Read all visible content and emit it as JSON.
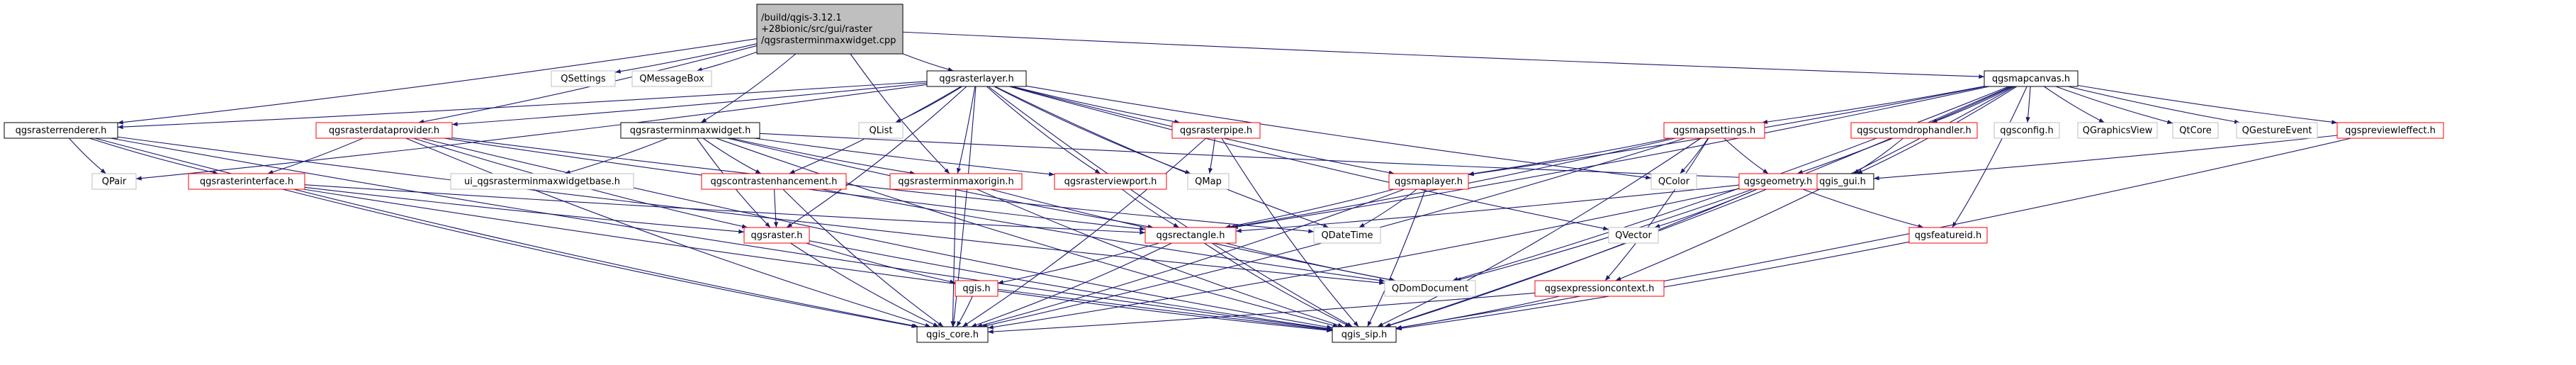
{
  "diagram": {
    "colors": {
      "edge": "#191970",
      "root_fill": "#bfbfbf",
      "box_fill": "#ffffff",
      "box_stroke_plain": "#000000",
      "box_stroke_linked": "#ff0000",
      "box_stroke_external": "#bfbfbf",
      "text": "#000000"
    },
    "nodes": [
      {
        "id": "root",
        "lines": [
          "/build/qgis-3.12.1",
          "+28bionic/src/gui/raster",
          "/qgsrasterminmaxwidget.cpp"
        ],
        "style": "root"
      },
      {
        "id": "qsettings",
        "lines": [
          "QSettings"
        ],
        "style": "external"
      },
      {
        "id": "qmessagebox",
        "lines": [
          "QMessageBox"
        ],
        "style": "external"
      },
      {
        "id": "qgsrasterlayer",
        "lines": [
          "qgsrasterlayer.h"
        ],
        "style": "plain"
      },
      {
        "id": "qgsmapcanvas",
        "lines": [
          "qgsmapcanvas.h"
        ],
        "style": "plain"
      },
      {
        "id": "qgsrasterrenderer",
        "lines": [
          "qgsrasterrenderer.h"
        ],
        "style": "plain"
      },
      {
        "id": "qgsrasterdataprovider",
        "lines": [
          "qgsrasterdataprovider.h"
        ],
        "style": "linked"
      },
      {
        "id": "qgsrasterminmaxwidget",
        "lines": [
          "qgsrasterminmaxwidget.h"
        ],
        "style": "plain"
      },
      {
        "id": "qlist",
        "lines": [
          "QList"
        ],
        "style": "external"
      },
      {
        "id": "qgsrasterpipe",
        "lines": [
          "qgsrasterpipe.h"
        ],
        "style": "linked"
      },
      {
        "id": "qgsmapsettings",
        "lines": [
          "qgsmapsettings.h"
        ],
        "style": "linked"
      },
      {
        "id": "qgscustomdrophandler",
        "lines": [
          "qgscustomdrophandler.h"
        ],
        "style": "linked"
      },
      {
        "id": "qgsconfig",
        "lines": [
          "qgsconfig.h"
        ],
        "style": "external"
      },
      {
        "id": "qgraphicsview",
        "lines": [
          "QGraphicsView"
        ],
        "style": "external"
      },
      {
        "id": "qtcore",
        "lines": [
          "QtCore"
        ],
        "style": "external"
      },
      {
        "id": "qgestureevent",
        "lines": [
          "QGestureEvent"
        ],
        "style": "external"
      },
      {
        "id": "qgspreviewleffect",
        "lines": [
          "qgspreviewleffect.h"
        ],
        "style": "linked"
      },
      {
        "id": "qpair",
        "lines": [
          "QPair"
        ],
        "style": "external"
      },
      {
        "id": "qgsrasterinterface",
        "lines": [
          "qgsrasterinterface.h"
        ],
        "style": "linked"
      },
      {
        "id": "ui_widgetbase",
        "lines": [
          "ui_qgsrasterminmaxwidgetbase.h"
        ],
        "style": "external"
      },
      {
        "id": "qgscontrastenhancement",
        "lines": [
          "qgscontrastenhancement.h"
        ],
        "style": "linked"
      },
      {
        "id": "qgsrasterminmaxorigin",
        "lines": [
          "qgsrasterminmaxorigin.h"
        ],
        "style": "linked"
      },
      {
        "id": "qgsrasterviewport",
        "lines": [
          "qgsrasterviewport.h"
        ],
        "style": "linked"
      },
      {
        "id": "qmap",
        "lines": [
          "QMap"
        ],
        "style": "external"
      },
      {
        "id": "qgsmaplayer",
        "lines": [
          "qgsmaplayer.h"
        ],
        "style": "linked"
      },
      {
        "id": "qcolor",
        "lines": [
          "QColor"
        ],
        "style": "external"
      },
      {
        "id": "qgis_gui",
        "lines": [
          "qgis_gui.h"
        ],
        "style": "plain"
      },
      {
        "id": "qgsgeometry",
        "lines": [
          "qgsgeometry.h"
        ],
        "style": "linked"
      },
      {
        "id": "qgsraster",
        "lines": [
          "qgsraster.h"
        ],
        "style": "linked"
      },
      {
        "id": "qgsrectangle",
        "lines": [
          "qgsrectangle.h"
        ],
        "style": "linked"
      },
      {
        "id": "qdatetime",
        "lines": [
          "QDateTime"
        ],
        "style": "external"
      },
      {
        "id": "qvector",
        "lines": [
          "QVector"
        ],
        "style": "external"
      },
      {
        "id": "qgsfeatureid",
        "lines": [
          "qgsfeatureid.h"
        ],
        "style": "linked"
      },
      {
        "id": "qgis",
        "lines": [
          "qgis.h"
        ],
        "style": "linked"
      },
      {
        "id": "qdomdocument",
        "lines": [
          "QDomDocument"
        ],
        "style": "external"
      },
      {
        "id": "qgsexpressioncontext",
        "lines": [
          "qgsexpressioncontext.h"
        ],
        "style": "linked"
      },
      {
        "id": "qgis_core",
        "lines": [
          "qgis_core.h"
        ],
        "style": "plain"
      },
      {
        "id": "qgis_sip",
        "lines": [
          "qgis_sip.h"
        ],
        "style": "plain"
      }
    ],
    "edges": [
      [
        "root",
        "qsettings"
      ],
      [
        "root",
        "qmessagebox"
      ],
      [
        "root",
        "qgsrasterlayer"
      ],
      [
        "root",
        "qgsmapcanvas"
      ],
      [
        "root",
        "qgsrasterrenderer"
      ],
      [
        "root",
        "qgsrasterdataprovider"
      ],
      [
        "root",
        "qgsrasterminmaxwidget"
      ],
      [
        "root",
        "qgsrasterminmaxorigin"
      ],
      [
        "qgsrasterlayer",
        "qgsrasterrenderer"
      ],
      [
        "qgsrasterlayer",
        "qgsrasterdataprovider"
      ],
      [
        "qgsrasterlayer",
        "qlist"
      ],
      [
        "qgsrasterlayer",
        "qgsrasterpipe"
      ],
      [
        "qgsrasterlayer",
        "qgsmaplayer"
      ],
      [
        "qgsrasterlayer",
        "qgscontrastenhancement"
      ],
      [
        "qgsrasterlayer",
        "qgsrasterminmaxorigin"
      ],
      [
        "qgsrasterlayer",
        "qgsrasterviewport"
      ],
      [
        "qgsrasterlayer",
        "qmap"
      ],
      [
        "qgsrasterlayer",
        "qdatetime"
      ],
      [
        "qgsrasterlayer",
        "qcolor"
      ],
      [
        "qgsrasterlayer",
        "qvector"
      ],
      [
        "qgsrasterlayer",
        "qpair"
      ],
      [
        "qgsrasterlayer",
        "qgsraster"
      ],
      [
        "qgsrasterlayer",
        "qgis_core"
      ],
      [
        "qgsrasterlayer",
        "qgis_sip"
      ],
      [
        "qgsmapcanvas",
        "qgsmapsettings"
      ],
      [
        "qgsmapcanvas",
        "qgscustomdrophandler"
      ],
      [
        "qgsmapcanvas",
        "qgsconfig"
      ],
      [
        "qgsmapcanvas",
        "qgraphicsview"
      ],
      [
        "qgsmapcanvas",
        "qtcore"
      ],
      [
        "qgsmapcanvas",
        "qgestureevent"
      ],
      [
        "qgsmapcanvas",
        "qgspreviewleffect"
      ],
      [
        "qgsmapcanvas",
        "qgis_gui"
      ],
      [
        "qgsmapcanvas",
        "qgsgeometry"
      ],
      [
        "qgsmapcanvas",
        "qgsrectangle"
      ],
      [
        "qgsmapcanvas",
        "qgsmaplayer"
      ],
      [
        "qgsmapcanvas",
        "qgsfeatureid"
      ],
      [
        "qgsmapcanvas",
        "qgsexpressioncontext"
      ],
      [
        "qgsmapcanvas",
        "qdomdocument"
      ],
      [
        "qgsmapcanvas",
        "qgis_sip"
      ],
      [
        "qgsrasterrenderer",
        "qpair"
      ],
      [
        "qgsrasterrenderer",
        "qgsrasterinterface"
      ],
      [
        "qgsrasterrenderer",
        "qgis_core"
      ],
      [
        "qgsrasterrenderer",
        "qgis_sip"
      ],
      [
        "qgsrasterrenderer",
        "qdomdocument"
      ],
      [
        "qgsrasterdataprovider",
        "qgsrasterinterface"
      ],
      [
        "qgsrasterdataprovider",
        "qgsraster"
      ],
      [
        "qgsrasterdataprovider",
        "qgsrectangle"
      ],
      [
        "qgsrasterdataprovider",
        "qgis_core"
      ],
      [
        "qgsrasterdataprovider",
        "qgis_sip"
      ],
      [
        "qgsrasterdataprovider",
        "qdatetime"
      ],
      [
        "qgsrasterminmaxwidget",
        "ui_widgetbase"
      ],
      [
        "qgsrasterminmaxwidget",
        "qgsrasterminmaxorigin"
      ],
      [
        "qgsrasterminmaxwidget",
        "qgsrectangle"
      ],
      [
        "qgsrasterminmaxwidget",
        "qgsraster"
      ],
      [
        "qgsrasterminmaxwidget",
        "qgis_gui"
      ],
      [
        "qgsrasterminmaxwidget",
        "qgsrasterviewport"
      ],
      [
        "qgsrasterminmaxwidget",
        "qgscontrastenhancement"
      ],
      [
        "qgsrasterminmaxwidget",
        "qgis_sip"
      ],
      [
        "qgsrasterpipe",
        "qmap"
      ],
      [
        "qgsrasterpipe",
        "qgis_core"
      ],
      [
        "qgsrasterpipe",
        "qgis_sip"
      ],
      [
        "qgsmapsettings",
        "qcolor"
      ],
      [
        "qgsmapsettings",
        "qgsgeometry"
      ],
      [
        "qgsmapsettings",
        "qgsmaplayer"
      ],
      [
        "qgsmapsettings",
        "qgsrectangle"
      ],
      [
        "qgsmapsettings",
        "qgsexpressioncontext"
      ],
      [
        "qgsmapsettings",
        "qgis_core"
      ],
      [
        "qgsmapsettings",
        "qgis_sip"
      ],
      [
        "qgscustomdrophandler",
        "qgis_gui"
      ],
      [
        "qgspreviewleffect",
        "qgis_gui"
      ],
      [
        "qgspreviewleffect",
        "qgis_sip"
      ],
      [
        "qgsrasterinterface",
        "qgsraster"
      ],
      [
        "qgsrasterinterface",
        "qgis_core"
      ],
      [
        "qgsrasterinterface",
        "qgis_sip"
      ],
      [
        "qgsrasterinterface",
        "qgsrectangle"
      ],
      [
        "qgscontrastenhancement",
        "qgsraster"
      ],
      [
        "qgscontrastenhancement",
        "qgis_core"
      ],
      [
        "qgscontrastenhancement",
        "qdomdocument"
      ],
      [
        "qgsrasterminmaxorigin",
        "qgis_core"
      ],
      [
        "qgsrasterminmaxorigin",
        "qgis_sip"
      ],
      [
        "qgsrasterminmaxorigin",
        "qdomdocument"
      ],
      [
        "qgsrasterviewport",
        "qgsrectangle"
      ],
      [
        "qgsmaplayer",
        "qgsrectangle"
      ],
      [
        "qgsmaplayer",
        "qdatetime"
      ],
      [
        "qgsmaplayer",
        "qgis_core"
      ],
      [
        "qgsmaplayer",
        "qgis_sip"
      ],
      [
        "qgsgeometry",
        "qvector"
      ],
      [
        "qgsgeometry",
        "qgsfeatureid"
      ],
      [
        "qgsgeometry",
        "qgsrectangle"
      ],
      [
        "qgsgeometry",
        "qdomdocument"
      ],
      [
        "qgsgeometry",
        "qgis_core"
      ],
      [
        "qgsgeometry",
        "qgis_sip"
      ],
      [
        "qgsraster",
        "qgis"
      ],
      [
        "qgsraster",
        "qgis_core"
      ],
      [
        "qgsraster",
        "qgis_sip"
      ],
      [
        "qgsrectangle",
        "qgis"
      ],
      [
        "qgsrectangle",
        "qdomdocument"
      ],
      [
        "qgsrectangle",
        "qgis_core"
      ],
      [
        "qgsrectangle",
        "qgis_sip"
      ],
      [
        "qgsfeatureid",
        "qgis_sip"
      ],
      [
        "qgis",
        "qgis_core"
      ],
      [
        "qgis",
        "qgis_sip"
      ],
      [
        "qgsexpressioncontext",
        "qgis_core"
      ],
      [
        "qgsexpressioncontext",
        "qgis_sip"
      ]
    ]
  }
}
